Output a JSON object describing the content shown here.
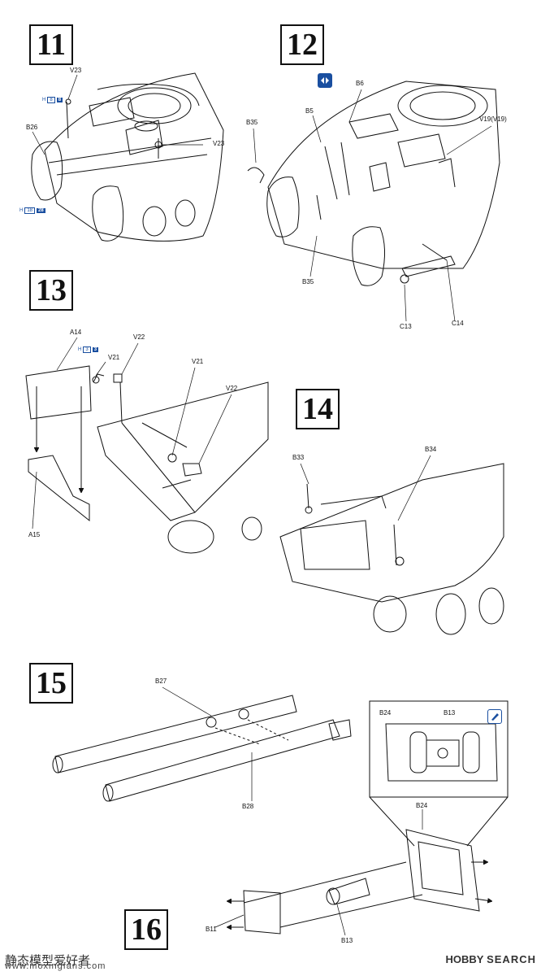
{
  "steps": [
    "11",
    "12",
    "13",
    "14",
    "15",
    "16"
  ],
  "parts": {
    "v23_a": "V23",
    "v23_b": "V23",
    "b26": "B26",
    "b6": "B6",
    "b5": "B5",
    "b35_a": "B35",
    "b35_b": "B35",
    "v19": "V19(V19)",
    "c13": "C13",
    "c14": "C14",
    "a14": "A14",
    "v22_a": "V22",
    "v21_a": "V21",
    "v21_b": "V21",
    "v22_b": "V22",
    "a15": "A15",
    "b33": "B33",
    "b34": "B34",
    "b27": "B27",
    "b28": "B28",
    "b24_a": "B24",
    "b13_a": "B13",
    "b24_b": "B24",
    "b11": "B11",
    "b13_b": "B13"
  },
  "badges": {
    "h88": {
      "h": "H",
      "a": "8",
      "b": "8"
    },
    "h1828": {
      "h": "H",
      "a": "18",
      "b": "28"
    },
    "h33": {
      "h": "H",
      "a": "3",
      "b": "3"
    }
  },
  "icons": {
    "step12": "cement-icon",
    "step15": "paint-icon"
  },
  "colors": {
    "accent": "#1a4fa0",
    "ink": "#111111"
  },
  "watermark": {
    "left_cn": "静态模型爱好者",
    "left_url": "www.moxingfans.com",
    "right_hobby": "HOBBY",
    "right_search": "SEARCH"
  }
}
